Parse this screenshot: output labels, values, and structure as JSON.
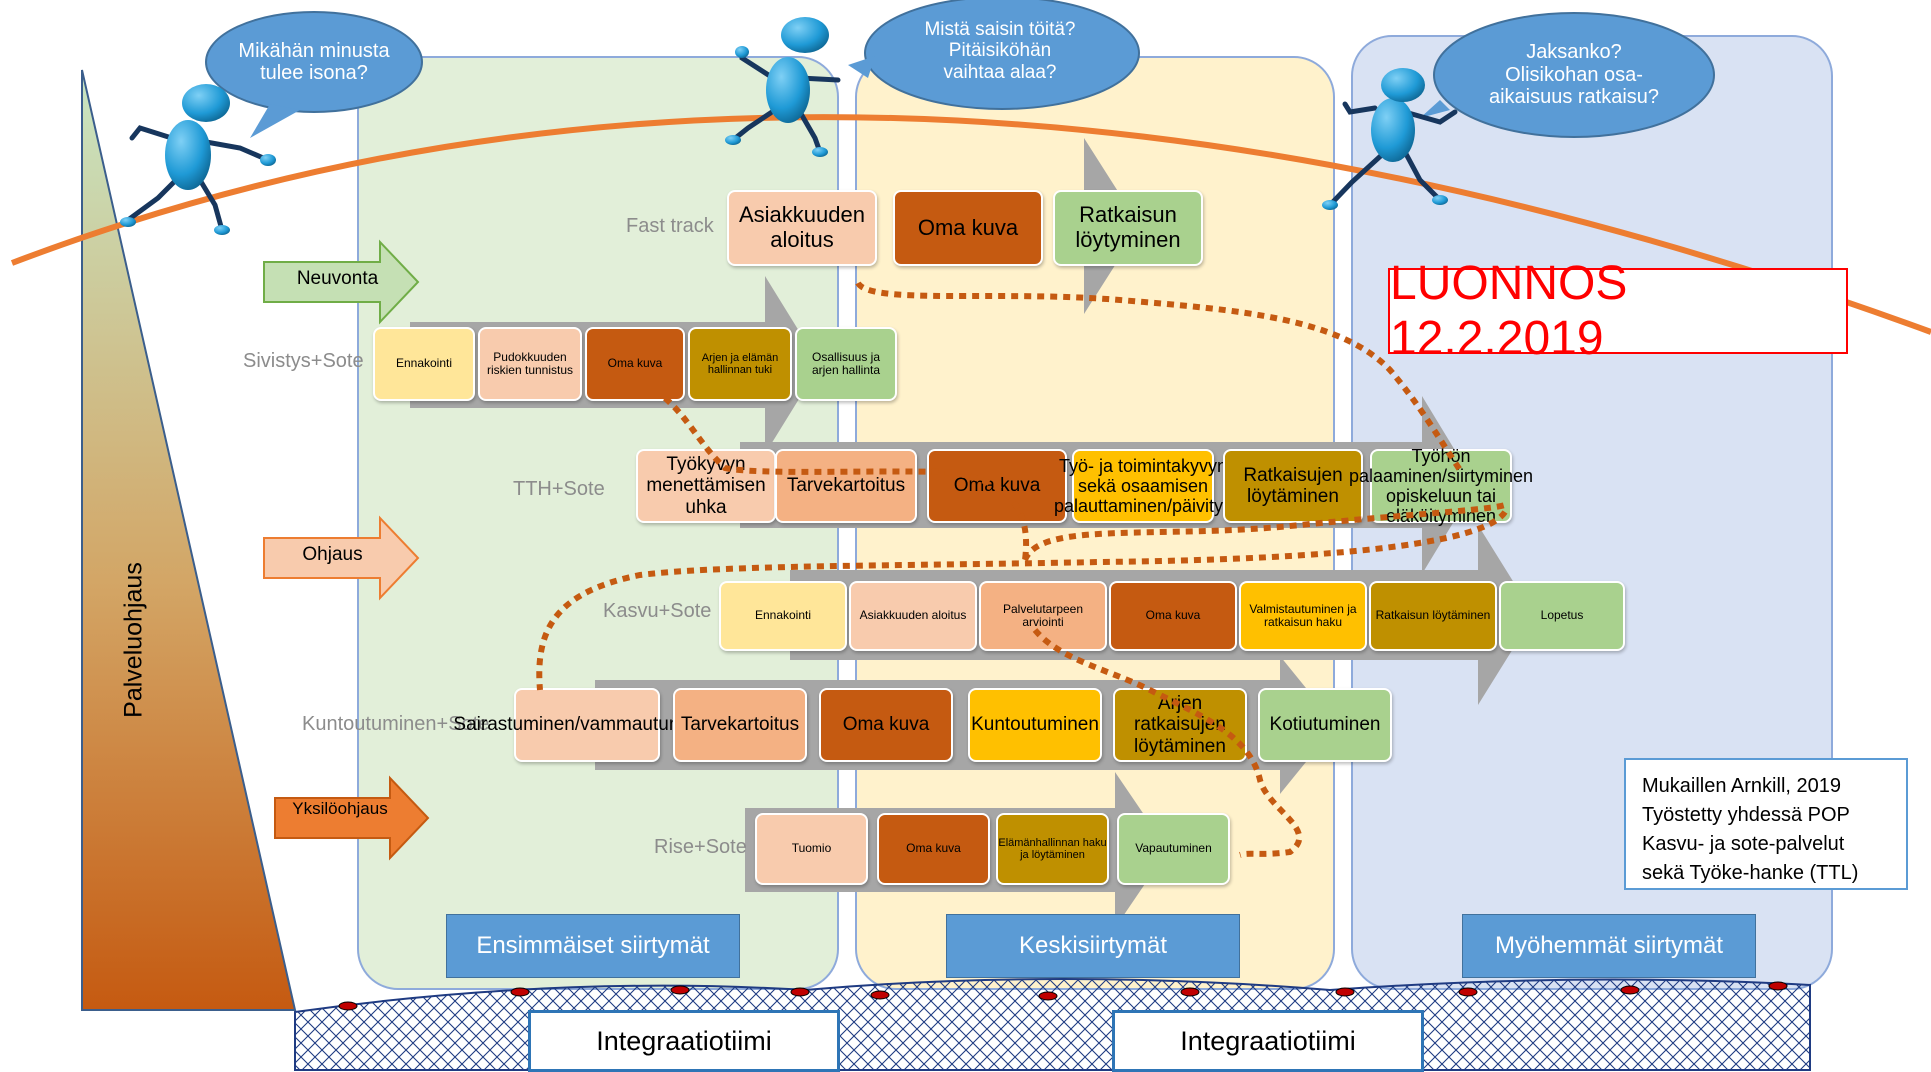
{
  "colors": {
    "green_panel": "#e2efd9",
    "yellow_panel": "#fff2cc",
    "blue_panel": "#d9e2f3",
    "curve": "#ed7d31",
    "path": "#c55a11",
    "arrow_gray": "#a6a6a6",
    "peach": "#f8cbad",
    "pale_yellow": "#ffe699",
    "dark_orange": "#c55a11",
    "olive": "#bf9000",
    "green": "#a9d18e",
    "salmon": "#f4b183",
    "gold": "#ffc000",
    "button_blue": "#5b9bd5",
    "draft_red": "#ff0000"
  },
  "bubbles": {
    "left": "Mikähän minusta tulee isona?",
    "middle": "Mistä saisin töitä? Pitäisiköhän vaihtaa alaa?",
    "right": "Jaksanko? Olisikohan osa-aikaisuus ratkaisu?"
  },
  "draft_label": "LUONNOS 12.2.2019",
  "vertical_label": "Palveluohjaus",
  "side_arrows": [
    "Neuvonta",
    "Ohjaus",
    "Yksilöohjaus"
  ],
  "row_labels": [
    "Fast track",
    "Sivistys+Sote",
    "TTH+Sote",
    "Kasvu+Sote",
    "Kuntoutuminen+Sote",
    "Rise+Sote"
  ],
  "rows": {
    "fast_track": [
      "Asiakkuuden aloitus",
      "Oma kuva",
      "Ratkaisun löytyminen"
    ],
    "sivistys": [
      "Ennakointi",
      "Pudokkuuden riskien tunnistus",
      "Oma kuva",
      "Arjen ja elämän hallinnan tuki",
      "Osallisuus ja arjen hallinta"
    ],
    "tth": [
      "Työkyvyn menettämisen uhka",
      "Tarvekartoitus",
      "Oma kuva",
      "Työ- ja toimintakyvyn sekä osaamisen palauttaminen/päivitys",
      "Ratkaisujen löytäminen",
      "Työhön palaaminen/siirtyminen opiskeluun tai eläköityminen"
    ],
    "kasvu": [
      "Ennakointi",
      "Asiakkuuden aloitus",
      "Palvelutarpeen arviointi",
      "Oma kuva",
      "Valmistautuminen ja ratkaisun haku",
      "Ratkaisun löytäminen",
      "Lopetus"
    ],
    "kuntoutus": [
      "Sairastuminen/vammautuminen",
      "Tarvekartoitus",
      "Oma kuva",
      "Kuntoutuminen",
      "Arjen ratkaisujen löytäminen",
      "Kotiutuminen"
    ],
    "rise": [
      "Tuomio",
      "Oma kuva",
      "Elämänhallinnan haku ja löytäminen",
      "Vapautuminen"
    ]
  },
  "phases": [
    "Ensimmäiset siirtymät",
    "Keskisiirtymät",
    "Myöhemmät siirtymät"
  ],
  "credits": [
    "Mukaillen Arnkill, 2019",
    "Työstetty yhdessä POP",
    "Kasvu- ja sote-palvelut",
    "sekä Työke-hanke (TTL)"
  ],
  "integration": [
    "Integraatiotiimi",
    "Integraatiotiimi"
  ]
}
